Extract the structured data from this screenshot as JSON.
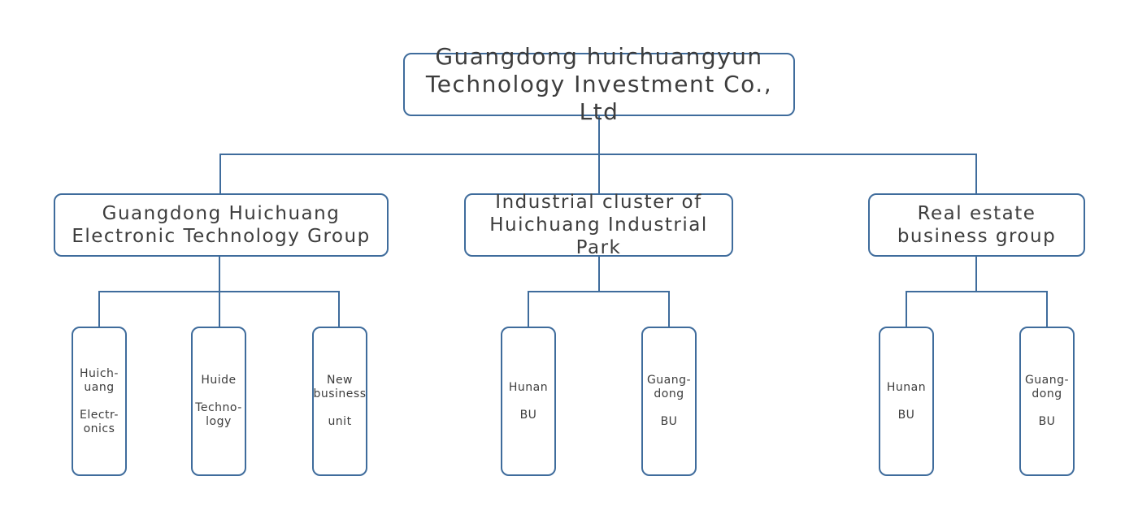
{
  "org_chart": {
    "root": {
      "label": "Guangdong huichuangyun\nTechnology Investment Co., Ltd"
    },
    "groups": [
      {
        "label": "Guangdong Huichuang\nElectronic Technology Group",
        "units": [
          {
            "label": "Huich-\nuang\n\nElectr-\nonics"
          },
          {
            "label": "Huide\n\nTechno-\nlogy"
          },
          {
            "label": "New\nbusiness\n\nunit"
          }
        ]
      },
      {
        "label": "Industrial cluster of\nHuichuang Industrial Park",
        "units": [
          {
            "label": "Hunan\n\nBU"
          },
          {
            "label": "Guang-\ndong\n\nBU"
          }
        ]
      },
      {
        "label": "Real estate\nbusiness group",
        "units": [
          {
            "label": "Hunan\n\nBU"
          },
          {
            "label": "Guang-\ndong\n\nBU"
          }
        ]
      }
    ],
    "colors": {
      "border": "#3f6c9c",
      "connector": "#3f6c9c",
      "text": "#3d3d3d"
    }
  }
}
